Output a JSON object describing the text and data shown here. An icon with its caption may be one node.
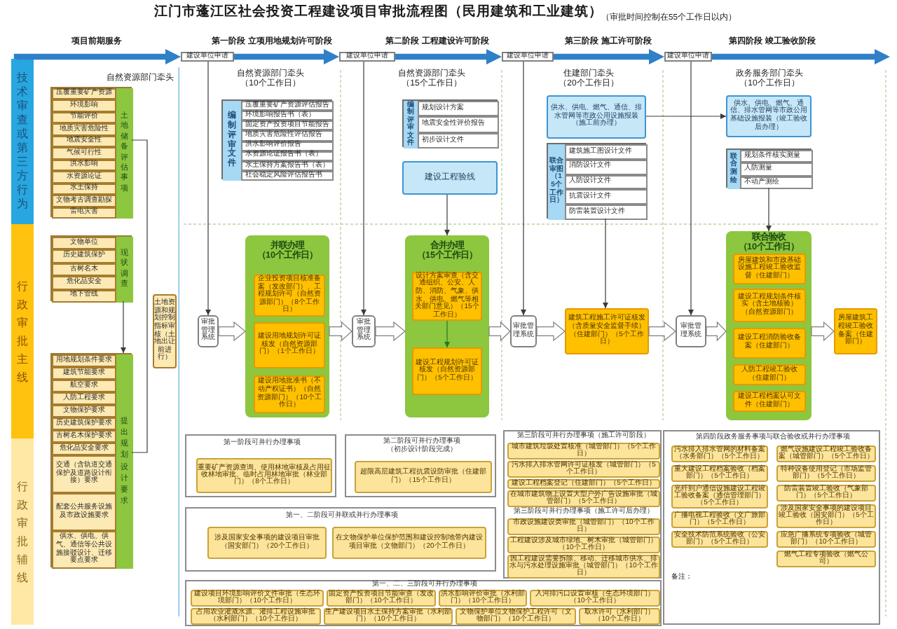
{
  "diagram": {
    "title": "江门市蓬江区社会投资工程建设项目审批流程图（民用建筑和工业建筑）",
    "nodes": [
      {
        "text": [
          "技术审查或第三方行为"
        ]
      },
      {
        "text": [
          "行政审批主线"
        ]
      },
      {
        "text": [
          "行政审批辅线"
        ]
      },
      {
        "text": [
          "建设单位申请"
        ]
      },
      {
        "text": [
          "建设单位申请"
        ]
      },
      {
        "text": [
          "建设单位申请"
        ]
      },
      {
        "text": [
          "建设单位申请"
        ]
      },
      {
        "text": [
          "土地储备评估事项"
        ]
      },
      {
        "text": [
          "压覆重要矿产资源"
        ],
        "in": 7
      },
      {
        "text": [
          "环境影响"
        ],
        "in": 7
      },
      {
        "text": [
          "节能评价"
        ],
        "in": 7
      },
      {
        "text": [
          "地质灾害危险性"
        ],
        "in": 7
      },
      {
        "text": [
          "地震安全性"
        ],
        "in": 7
      },
      {
        "text": [
          "气候可行性"
        ],
        "in": 7
      },
      {
        "text": [
          "洪水影响"
        ],
        "in": 7
      },
      {
        "text": [
          "水资源论证"
        ],
        "in": 7
      },
      {
        "text": [
          "水土保持"
        ],
        "in": 7
      },
      {
        "text": [
          "文物考古调查勘探"
        ],
        "in": 7
      },
      {
        "text": [
          "雷电灾害"
        ],
        "in": 7
      },
      {
        "text": [
          "现状调查"
        ]
      },
      {
        "text": [
          "文物单位"
        ],
        "in": 19
      },
      {
        "text": [
          "历史建筑保护"
        ],
        "in": 19
      },
      {
        "text": [
          "古树名木"
        ],
        "in": 19
      },
      {
        "text": [
          "危化品安全"
        ],
        "in": 19
      },
      {
        "text": [
          "地下管线"
        ],
        "in": 19
      },
      {
        "text": [
          "提出规划设计要求"
        ]
      },
      {
        "text": [
          "用地规划条件要求"
        ],
        "in": 25
      },
      {
        "text": [
          "建筑节能要求"
        ],
        "in": 25
      },
      {
        "text": [
          "航空要求"
        ],
        "in": 25
      },
      {
        "text": [
          "人防工程要求"
        ],
        "in": 25
      },
      {
        "text": [
          "文物保护要求"
        ],
        "in": 25
      },
      {
        "text": [
          "历史建筑保护要求"
        ],
        "in": 25
      },
      {
        "text": [
          "古树名木保护要求"
        ],
        "in": 25
      },
      {
        "text": [
          "危化品安全要求"
        ],
        "in": 25
      },
      {
        "text": [
          "交通（含轨道交通保护及道路设计衔接）要求"
        ],
        "in": 25
      },
      {
        "text": [
          "配套公共服务设施及市政设施要求"
        ],
        "in": 25
      },
      {
        "text": [
          "供水、供电、供气、通信等公共设施接驳设计、迁移要点要求"
        ],
        "in": 25
      },
      {
        "text": [
          "土地资源和规划控制指标审核（土地出让前进行）"
        ]
      },
      {
        "text": [
          "编制评审文件"
        ]
      },
      {
        "text": [
          "压覆重要矿产资源评估报告"
        ],
        "in": 38
      },
      {
        "text": [
          "环境影响报告书（表）"
        ],
        "in": 38
      },
      {
        "text": [
          "固定资产投资项目节能报告"
        ],
        "in": 38
      },
      {
        "text": [
          "地质灾害危险性评估报告"
        ],
        "in": 38
      },
      {
        "text": [
          "洪水影响评价报告"
        ],
        "in": 38
      },
      {
        "text": [
          "水资源论证报告书（表）"
        ],
        "in": 38
      },
      {
        "text": [
          "水土保持方案报告书（表）"
        ],
        "in": 38
      },
      {
        "text": [
          "社会稳定风险评估报告书"
        ],
        "in": 38
      },
      {
        "text": [
          "审批管理系统"
        ]
      },
      {
        "text": [
          "并联办理（10个工作日）"
        ]
      },
      {
        "text": [
          "企业投资项目核准备案（发改部门）、工程规划许可（自然资源部门）（8个工作日）"
        ],
        "in": 48
      },
      {
        "text": [
          "建设用地规划许可证核发（自然资源部门）（1个工作日）"
        ],
        "in": 48
      },
      {
        "text": [
          "建设用地批准书（不动产权证书）（自然资源部门）（10个工作日）"
        ],
        "in": 48
      },
      {
        "text": [
          "编制评审文件"
        ]
      },
      {
        "text": [
          "规划设计方案"
        ],
        "in": 52
      },
      {
        "text": [
          "地震安全性评价报告"
        ],
        "in": 52
      },
      {
        "text": [
          "初步设计文件"
        ],
        "in": 52
      },
      {
        "text": [
          "建设工程验线"
        ]
      },
      {
        "text": [
          "审批管理系统"
        ]
      },
      {
        "text": [
          "合并办理（15个工作日）"
        ]
      },
      {
        "text": [
          "设计方案审查（含交通组织、公安、人防、消防、气象、供水、供电、燃气等相关部门意见）（15个工作日）"
        ],
        "in": 58
      },
      {
        "text": [
          "建设工程规划许可证核发（自然资源部门）（5个工作日）"
        ],
        "in": 58
      },
      {
        "text": [
          "供水、供电、燃气、通信、排水管网等市政公用设施报装（施工前办理）"
        ]
      },
      {
        "text": [
          "联合审图（15个工作日）"
        ]
      },
      {
        "text": [
          "建筑施工图设计文件"
        ],
        "in": 62
      },
      {
        "text": [
          "消防设计文件"
        ],
        "in": 62
      },
      {
        "text": [
          "人防设计文件"
        ],
        "in": 62
      },
      {
        "text": [
          "抗震设计文件"
        ],
        "in": 62
      },
      {
        "text": [
          "防雷装置设计文件"
        ],
        "in": 62
      },
      {
        "text": [
          "审批管理系统"
        ]
      },
      {
        "text": [
          "建筑工程施工许可证核发（含质量安全监督手续）（住建部门）（5个工作日）"
        ]
      },
      {
        "text": [
          "供水、供电、燃气、通信、排水管网等市政公用基础设施报装（竣工验收后办理）"
        ]
      },
      {
        "text": [
          "联合测绘"
        ]
      },
      {
        "text": [
          "规划条件核实测量"
        ],
        "in": 71
      },
      {
        "text": [
          "人防测量"
        ],
        "in": 71
      },
      {
        "text": [
          "不动产测绘"
        ],
        "in": 71
      },
      {
        "text": [
          "审批管理系统"
        ]
      },
      {
        "text": [
          "联合验收（10个工作日）"
        ]
      },
      {
        "text": [
          "房屋建筑和市政基础设施工程竣工验收监督（住建部门）"
        ],
        "in": 76
      },
      {
        "text": [
          "建设工程规划条件核实（含土地核验）（自然资源部门）"
        ],
        "in": 76
      },
      {
        "text": [
          "建设工程消防验收备案（住建部门）"
        ],
        "in": 76
      },
      {
        "text": [
          "人防工程竣工验收（住建部门）"
        ],
        "in": 76
      },
      {
        "text": [
          "建设工程档案认可文件（住建部门）"
        ],
        "in": 76
      },
      {
        "text": [
          "房屋建筑工程竣工验收备案（住建部门）"
        ]
      },
      {
        "text": [
          "第一阶段可并行办理事项"
        ]
      },
      {
        "text": [
          "重要矿产资源查询、使用林地审核及占用征收林地审批、临时占用林地审批（林业部门）（8个工作日）"
        ],
        "in": 83
      },
      {
        "text": [
          "第二阶段可并行办理事项（初步设计阶段完成）"
        ]
      },
      {
        "text": [
          "超限高层建筑工程抗震设防审批（住建部门）（15个工作日）"
        ],
        "in": 85
      },
      {
        "text": [
          "第一、二阶段可并联或并行办理事项"
        ]
      },
      {
        "text": [
          "涉及国家安全事项的建设项目审批（国安部门）（20个工作日）"
        ],
        "in": 87
      },
      {
        "text": [
          "在文物保护单位保护范围和建设控制地带内建设项目审批（文物部门）（20个工作日）"
        ],
        "in": 87
      },
      {
        "text": [
          "第三阶段可并行办理事项（施工许可阶段）",
          "第三阶段可并行办理事项（施工许可后办理）"
        ]
      },
      {
        "text": [
          "城市建筑垃圾处置核准（城管部门）（5个工作日）"
        ],
        "in": 90
      },
      {
        "text": [
          "污水排入排水管网许可证核发（城管部门）（5个工作日）"
        ],
        "in": 90
      },
      {
        "text": [
          "建设工程档案登记（住建部门）（5个工作日）"
        ],
        "in": 90
      },
      {
        "text": [
          "在城市建筑物上设置大型户外广告设施审批（城管部门）（5个工作日）"
        ],
        "in": 90
      },
      {
        "text": [
          "市政设施建设类审批（城管部门）（10个工作日）"
        ],
        "in": 90
      },
      {
        "text": [
          "工程建设涉及城市绿地、树木审批（城管部门）（10个工作日）"
        ],
        "in": 90
      },
      {
        "text": [
          "因工程建设需要拆除、移动、迁移城市供水、排水与污水处理设施审批（城管部门）（10个工作日）"
        ],
        "in": 90
      },
      {
        "text": [
          "第四阶段政务服务事项与联合验收或并行办理事项"
        ]
      },
      {
        "text": [
          "污水排入排水管网的材料备案（水务部门）（5个工作日）"
        ],
        "in": 98
      },
      {
        "text": [
          "重大建设工程档案验收（档案部门）（5个工作日）"
        ],
        "in": 98
      },
      {
        "text": [
          "光纤到户通信设施建设工程竣工验收备案（通信管理部门）（5个工作日）"
        ],
        "in": 98
      },
      {
        "text": [
          "广播电视工程验收（文广旅部门）（5个工作日）"
        ],
        "in": 98
      },
      {
        "text": [
          "安全技术防范系统验收（公安部门）（5个工作日）"
        ],
        "in": 98
      },
      {
        "text": [
          "燃气设施建设工程竣工验收备案（城管部门）（5个工作日）"
        ],
        "in": 98
      },
      {
        "text": [
          "特种设备使用登记（市场监管部门）（5个工作日）"
        ],
        "in": 98
      },
      {
        "text": [
          "防雷装置竣工验收（气象部门）（5个工作日）"
        ],
        "in": 98
      },
      {
        "text": [
          "涉及国家安全事项的建设项目竣工验收（国安部门）（5个工作日）"
        ],
        "in": 98
      },
      {
        "text": [
          "应急广播系统专项验收（城管部门）（10个工作日）"
        ],
        "in": 98
      },
      {
        "text": [
          "燃气工程专项验收（燃气公司）"
        ],
        "in": 98
      },
      {
        "text": [
          "第一、二、三阶段可并行办理事项"
        ]
      },
      {
        "text": [
          "建设项目环境影响评价文件审批（生态环境部门）（10个工作日）"
        ],
        "in": 110
      },
      {
        "text": [
          "固定资产投资项目节能审查（发改部门）（10个工作日）"
        ],
        "in": 110
      },
      {
        "text": [
          "洪水影响评价审批（水利部门）（10个工作日）"
        ],
        "in": 110
      },
      {
        "text": [
          "入河排污口设置审核（生态环境部门）（10个工作日）"
        ],
        "in": 110
      },
      {
        "text": [
          "占用农业灌溉水源、灌排工程设施审批（水利部门）（10个工作日）"
        ],
        "in": 110
      },
      {
        "text": [
          "生产建设项目水土保持方案审批（水利部门）（10个工作日）"
        ],
        "in": 110
      },
      {
        "text": [
          "文物保护单位文物保护工程许可（文物部门）（10个工作日）"
        ],
        "in": 110
      },
      {
        "text": [
          "取水许可（水利部门）（10个工作日）"
        ],
        "in": 110
      }
    ],
    "edges": [
      {
        "from": 0,
        "to": 3,
        "arrow": "to",
        "style": "thick",
        "color": "#2f80c9"
      },
      {
        "from": 3,
        "to": 4,
        "arrow": "to",
        "style": "thick",
        "color": "#2f80c9"
      },
      {
        "from": 4,
        "to": 5,
        "arrow": "to",
        "style": "thick",
        "color": "#2f80c9"
      },
      {
        "from": 5,
        "to": 6,
        "arrow": "to",
        "style": "thick",
        "color": "#2f80c9"
      },
      {
        "from": 6,
        "to": null,
        "arrow": "to",
        "style": "thick",
        "color": "#2f80c9"
      },
      {
        "from": 3,
        "to": 47,
        "arrow": "to"
      },
      {
        "from": 4,
        "to": 57,
        "arrow": "to"
      },
      {
        "from": 5,
        "to": 68,
        "arrow": "to"
      },
      {
        "from": 6,
        "to": 75,
        "arrow": "to"
      },
      {
        "from": 47,
        "to": 48,
        "arrow": "to",
        "style": "thick"
      },
      {
        "from": 48,
        "to": 57,
        "arrow": "to",
        "style": "thick"
      },
      {
        "from": 57,
        "to": 58,
        "arrow": "to",
        "style": "thick"
      },
      {
        "from": 58,
        "to": 68,
        "arrow": "to",
        "style": "thick"
      },
      {
        "from": 68,
        "to": 69,
        "arrow": "to",
        "style": "thick"
      },
      {
        "from": 69,
        "to": 75,
        "arrow": "to",
        "style": "thick"
      },
      {
        "from": 75,
        "to": 76,
        "arrow": "to",
        "style": "thick"
      },
      {
        "from": 76,
        "to": 82,
        "arrow": "to",
        "style": "thick"
      },
      {
        "from": 56,
        "to": 58,
        "arrow": "to"
      },
      {
        "from": 59,
        "to": 60,
        "arrow": "to",
        "color": "#1f7a1f"
      },
      {
        "from": 62,
        "to": 69,
        "arrow": "to"
      },
      {
        "from": 61,
        "to": 70,
        "arrow": "to"
      },
      {
        "from": 71,
        "to": 76,
        "arrow": "to"
      },
      {
        "from": 7,
        "to": 25,
        "arrow": "none"
      },
      {
        "from": 19,
        "to": 25,
        "arrow": "to"
      }
    ],
    "labels": [
      "（审批时间控制在55个工作日以内）",
      "项目前期服务",
      "第一阶段 立项用地规划许可阶段",
      "第二阶段 工程建设许可阶段",
      "第三阶段 施工许可阶段",
      "第四阶段 竣工验收阶段",
      "自然资源部门牵头",
      "自然资源部门牵头（10个工作日）",
      "自然资源部门牵头（15个工作日）",
      "住建部门牵头（20个工作日）",
      "政务服务部门牵头（10个工作日）",
      "备注："
    ]
  }
}
